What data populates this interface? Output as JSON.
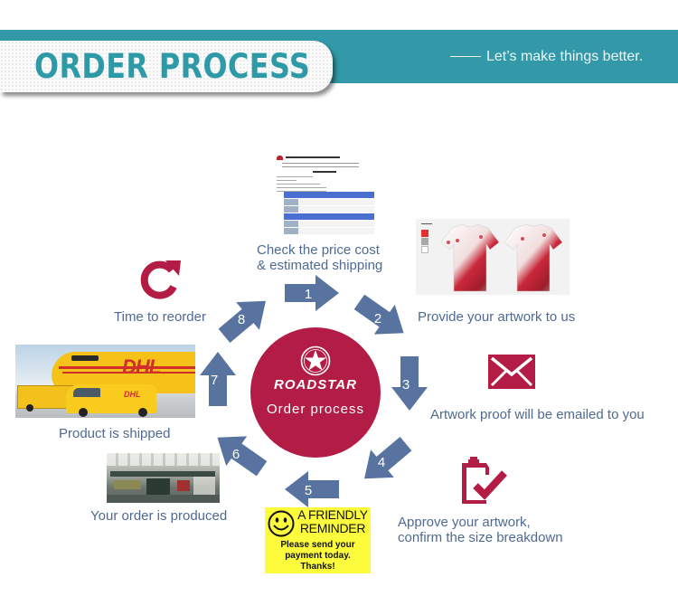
{
  "header": {
    "title": "ORDER PROCESS",
    "tagline": "Let’s make things better.",
    "band_color": "#3399a8",
    "title_color": "#2e9aa7"
  },
  "center": {
    "brand": "ROADSTAR",
    "caption": "Order process",
    "color": "#b31c45"
  },
  "steps": [
    {
      "number": "1",
      "label_lines": [
        "Check the price cost",
        "& estimated shipping"
      ],
      "visual": "price-list-document"
    },
    {
      "number": "2",
      "label_lines": [
        "Provide your artwork to us"
      ],
      "visual": "tshirt-artwork-image"
    },
    {
      "number": "3",
      "label_lines": [
        "Artwork proof will be emailed to you"
      ],
      "visual": "envelope-icon"
    },
    {
      "number": "4",
      "label_lines": [
        "Approve your artwork,",
        "confirm the size breakdown"
      ],
      "visual": "clipboard-check-icon"
    },
    {
      "number": "5",
      "label_lines": [],
      "visual": "payment-reminder-note"
    },
    {
      "number": "6",
      "label_lines": [
        "Your order is produced"
      ],
      "visual": "factory-image"
    },
    {
      "number": "7",
      "label_lines": [
        "Product is shipped"
      ],
      "visual": "dhl-shipping-image"
    },
    {
      "number": "8",
      "label_lines": [
        "Time to reorder"
      ],
      "visual": "reorder-icon"
    }
  ],
  "reminder": {
    "title_line1": "A FRIENDLY",
    "title_line2": "REMINDER",
    "body_line1": "Please send your",
    "body_line2": "payment today.",
    "body_line3": "Thanks!"
  },
  "dhl_image": {
    "logo_text": "DHL"
  },
  "colors": {
    "arrow": "#5873a0",
    "label_text": "#4f6a92",
    "icon_red": "#b31c45",
    "reminder_yellow": "#fdfc3c"
  }
}
